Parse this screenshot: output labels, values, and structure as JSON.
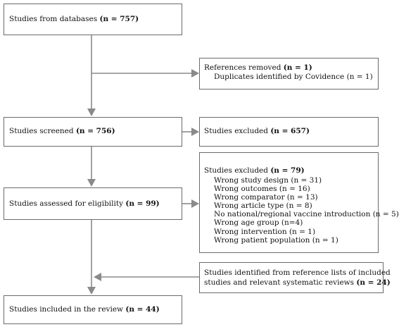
{
  "boxes": {
    "databases": {
      "text": "Studies from databases ",
      "count": "(n = 757)"
    },
    "removed": {
      "text": "References removed ",
      "count": "(n = 1)",
      "detail": "Duplicates identified by Covidence (n = 1)"
    },
    "screened": {
      "text": "Studies screened ",
      "count": "(n = 756)"
    },
    "excluded_screen": {
      "text": "Studies excluded ",
      "count": "(n = 657)"
    },
    "excluded_elig": {
      "text": "Studies excluded ",
      "count": "(n = 79)",
      "items": [
        "Wrong study design (n = 31)",
        "Wrong outcomes (n = 16)",
        "Wrong comparator (n = 13)",
        "Wrong article type (n = 8)",
        "No national/regional vaccine introduction (n = 5)",
        "Wrong age group (n=4)",
        "Wrong intervention (n = 1)",
        "Wrong patient population (n = 1)"
      ]
    },
    "eligibility": {
      "text": "Studies assessed for eligibility ",
      "count": "(n = 99)"
    },
    "reference_lists": {
      "line1": "Studies identified from reference lists of included",
      "line2": "studies and relevant systematic reviews ",
      "count": "(n = 24)"
    },
    "included": {
      "text": "Studies included in the review ",
      "count": "(n = 44)"
    }
  }
}
